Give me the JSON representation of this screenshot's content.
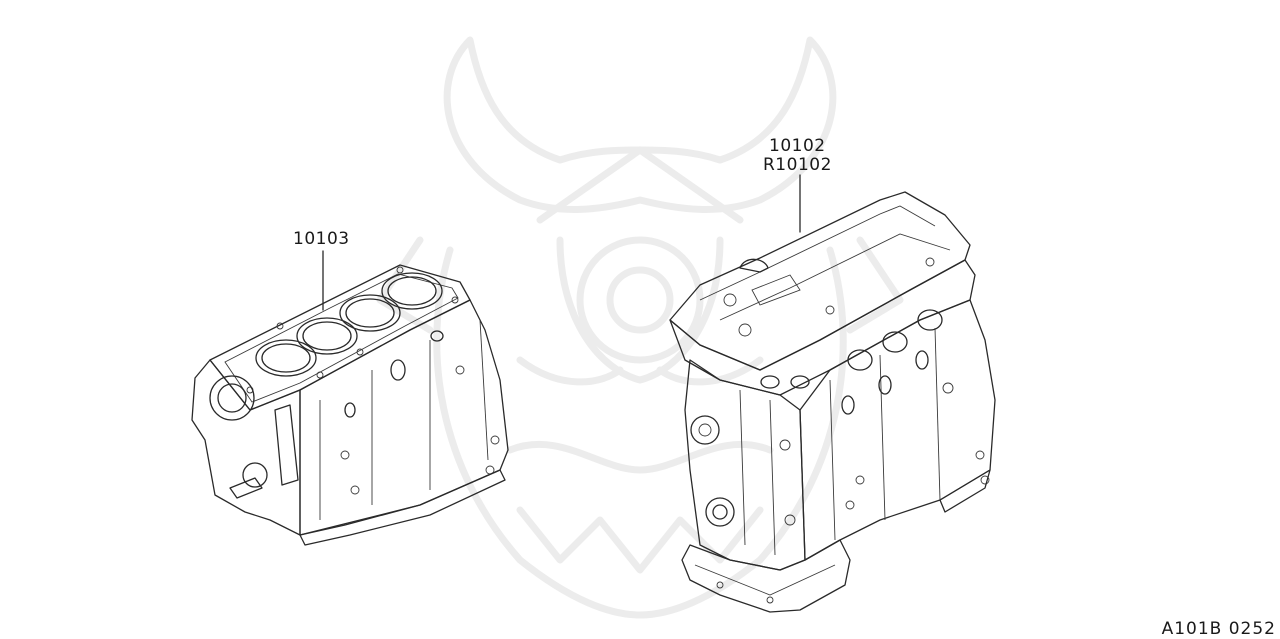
{
  "diagram": {
    "callouts": {
      "short_block": "10103",
      "engine_assembly": "10102",
      "engine_assembly_reman": "R10102"
    },
    "figure_code": "A101B 0252",
    "watermark_icon": "samurai-helmet-icon",
    "colors": {
      "line": "#2a2a2a",
      "watermark": "#ececec",
      "background": "#ffffff"
    }
  }
}
